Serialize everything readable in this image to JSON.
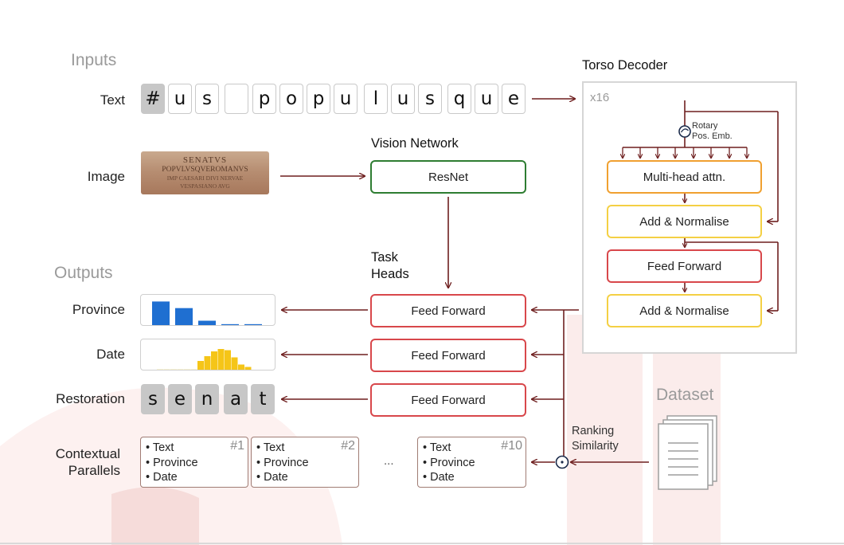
{
  "sections": {
    "inputs": "Inputs",
    "outputs": "Outputs"
  },
  "labels": {
    "text": "Text",
    "image": "Image",
    "province": "Province",
    "date": "Date",
    "restoration": "Restoration",
    "contextual_line1": "Contextual",
    "contextual_line2": "Parallels"
  },
  "input_tokens": [
    "#",
    "u",
    "s",
    "",
    "p",
    "o",
    "p",
    "u",
    "l",
    "u",
    "s",
    "q",
    "u",
    "e"
  ],
  "inscription_image": {
    "line1": "SENATVS",
    "line2": "POPVLVSQVEROMANVS",
    "line3": "IMP CAESARI DIVI NERVAE",
    "line4": "VESPASIANO AVG"
  },
  "vision": {
    "title": "Vision Network",
    "block": "ResNet"
  },
  "task_heads": {
    "title_line1": "Task",
    "title_line2": "Heads",
    "heads": [
      "Feed Forward",
      "Feed Forward",
      "Feed Forward"
    ]
  },
  "torso": {
    "title": "Torso Decoder",
    "repeat": "x16",
    "rotary_line1": "Rotary",
    "rotary_line2": "Pos. Emb.",
    "blocks": [
      "Multi-head attn.",
      "Add & Normalise",
      "Feed Forward",
      "Add & Normalise"
    ]
  },
  "province_distribution": [
    0.85,
    0.62,
    0.18,
    0.06,
    0.06
  ],
  "date_distribution": [
    0.03,
    0.03,
    0.03,
    0.03,
    0.03,
    0.03,
    0.4,
    0.6,
    0.8,
    0.9,
    0.85,
    0.55,
    0.25,
    0.15
  ],
  "restoration_tokens": [
    "s",
    "e",
    "n",
    "a",
    "t"
  ],
  "parallels": [
    {
      "rank": "#1",
      "items": [
        "Text",
        "Province",
        "Date"
      ]
    },
    {
      "rank": "#2",
      "items": [
        "Text",
        "Province",
        "Date"
      ]
    },
    {
      "rank": "#10",
      "items": [
        "Text",
        "Province",
        "Date"
      ]
    }
  ],
  "ellipsis": "...",
  "ranking": {
    "line1": "Ranking",
    "line2": "Similarity"
  },
  "dataset": "Dataset",
  "colors": {
    "arrow": "#6e1f1f",
    "head_border": "#d8474b",
    "resnet_border": "#2e7d32",
    "attn_border": "#f0a030",
    "norm_border": "#f4d044",
    "province_bar": "#1f6fd1",
    "date_bar": "#f5c518",
    "date_bar_faint": "#f3e8a8"
  }
}
